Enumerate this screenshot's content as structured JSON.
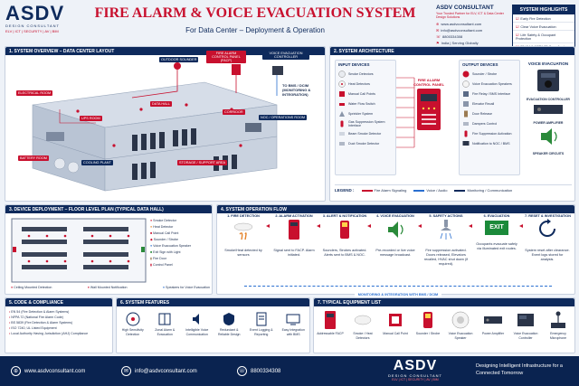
{
  "header": {
    "logo": "ASDV",
    "logo_sub": "DESIGN CONSULTANT",
    "logo_tags": "ELV | ICT | SECURITY | AV | BIM",
    "title": "FIRE ALARM & VOICE EVACUATION SYSTEM",
    "subtitle": "For Data Center – Deployment & Operation"
  },
  "company": {
    "name": "ASDV CONSULTANT",
    "tagline": "Your Trusted Partner for ELV, ICT & Data Center Design Solutions",
    "website": "www.asdvconsultant.com",
    "email": "info@asdvconsultant.com",
    "phone": "8800334308",
    "region": "India | Serving Globally"
  },
  "highlights": {
    "title": "SYSTEM HIGHLIGHTS",
    "items": [
      "Early Fire Detection",
      "Clear Voice Evacuation",
      "Life Safety & Occupant Protection",
      "EN 54 & NFPA 72 Compliant",
      "Integrated & Monitored System"
    ]
  },
  "overview": {
    "title": "1. SYSTEM OVERVIEW – DATA CENTER LAYOUT",
    "labels": {
      "sounder": "OUTDOOR SOUNDER",
      "facp": "FIRE ALARM CONTROL PANEL (FACP)",
      "voice": "VOICE EVACUATION CONTROLLER",
      "bms": "TO BMS / DCIM (MONITORING & INTEGRATION)",
      "electrical": "ELECTRICAL ROOM",
      "ups": "UPS ROOM",
      "datahall": "DATA HALL",
      "corridor": "CORRIDOR",
      "noc": "NOC / OPERATIONS ROOM",
      "battery": "BATTERY ROOM",
      "cooling": "COOLING PLANT",
      "storage": "STORAGE / SUPPORT AREA"
    }
  },
  "architecture": {
    "title": "2. SYSTEM ARCHITECTURE",
    "input_title": "INPUT DEVICES",
    "inputs": [
      "Smoke Detectors",
      "Heat Detectors",
      "Manual Call Points",
      "Water Flow Switch",
      "Sprinkler System",
      "Gas Suppression System Interface",
      "Beam Smoke Detector",
      "Duct Smoke Detector"
    ],
    "panel": "FIRE ALARM CONTROL PANEL",
    "output_title": "OUTPUT DEVICES",
    "outputs": [
      "Sounder / Strobe",
      "Voice Evacuation Speakers",
      "Fire Relay / BMS Interface",
      "Elevator Recall",
      "Door Release",
      "Dampers Control",
      "Fire Suppression Activation",
      "Notification to NOC / BMS"
    ],
    "voice_title": "VOICE EVACUATION",
    "voice_items": [
      "EVACUATION CONTROLLER",
      "POWER AMPLIFIER",
      "SPEAKER CIRCUITS"
    ],
    "legend_title": "LEGEND :",
    "legend": [
      {
        "label": "Fire Alarm Signaling",
        "color": "#c8102e"
      },
      {
        "label": "Voice / Audio",
        "color": "#2a6fd0"
      },
      {
        "label": "Monitoring / Communication",
        "color": "#0e2a5c"
      }
    ]
  },
  "deployment": {
    "title": "3. DEVICE DEPLOYMENT – FLOOR LEVEL PLAN (TYPICAL DATA HALL)",
    "legend": [
      "Smoke Detector",
      "Heat Detector",
      "Manual Call Point",
      "Sounder / Strobe",
      "Voice Evacuation Speaker",
      "Exit Sign with Light",
      "Fire Door",
      "Control Panel"
    ],
    "mount_types": [
      "Ceiling Mounted Detection",
      "Wall Mounted Notification",
      "Speakers for Voice Evacuation"
    ]
  },
  "flow": {
    "title": "4. SYSTEM OPERATION FLOW",
    "steps": [
      {
        "title": "1. FIRE DETECTION",
        "desc": "Smoke/Heat detected by sensors"
      },
      {
        "title": "2. ALARM ACTIVATION",
        "desc": "Signal sent to FACP. Alarm initiated."
      },
      {
        "title": "3. ALERT & NOTIFICATION",
        "desc": "Sounders, Strobes activated. Alerts sent to BMS & NOC."
      },
      {
        "title": "4. VOICE EVACUATION",
        "desc": "Pre-recorded or live voice message broadcast."
      },
      {
        "title": "5. SAFETY ACTIONS",
        "desc": "Fire suppression activated. Doors released, Elevators recalled, HVAC shut down (if required)."
      },
      {
        "title": "6. EVACUATION",
        "desc": "Occupants evacuate safely via illuminated exit routes."
      },
      {
        "title": "7. RESET & INVESTIGATION",
        "desc": "System reset after clearance. Event logs stored for analysis."
      }
    ],
    "exit_sign": "EXIT",
    "monitor": "MONITORING & INTEGRATION WITH BMS / DCIM"
  },
  "compliance": {
    "title": "5. CODE & COMPLIANCE",
    "items": [
      "EN 54 (Fire Detection & Alarm Systems)",
      "NFPA 72 (National Fire Alarm Code)",
      "BS 5839 (Fire Detection & Alarm Systems)",
      "ISO 7240, UL Listed Equipment",
      "Local Authority Having Jurisdiction (AHJ) Compliance"
    ]
  },
  "features": {
    "title": "6. SYSTEM FEATURES",
    "items": [
      "High Sensitivity Detection",
      "Zonal Alarm & Evacuation",
      "Intelligible Voice Communication",
      "Redundant & Reliable Design",
      "Event Logging & Reporting",
      "Easy Integration with BMS"
    ]
  },
  "equipment": {
    "title": "7. TYPICAL EQUIPMENT LIST",
    "items": [
      "Addressable FACP",
      "Smoke / Heat Detectors",
      "Manual Call Point",
      "Sounder / Strobe",
      "Voice Evacuation Speaker",
      "Power Amplifier",
      "Voice Evacuation Controller",
      "Emergency Microphone"
    ]
  },
  "footer": {
    "website": "www.asdvconsultant.com",
    "email": "info@asdvconsultant.com",
    "phone": "8800334308",
    "logo": "ASDV",
    "logo_sub": "DESIGN CONSULTANT",
    "logo_tags": "ELV | ICT | SECURITY | AV | BIM",
    "tagline": "Designing Intelligent Infrastructure for a Connected Tomorrow"
  }
}
